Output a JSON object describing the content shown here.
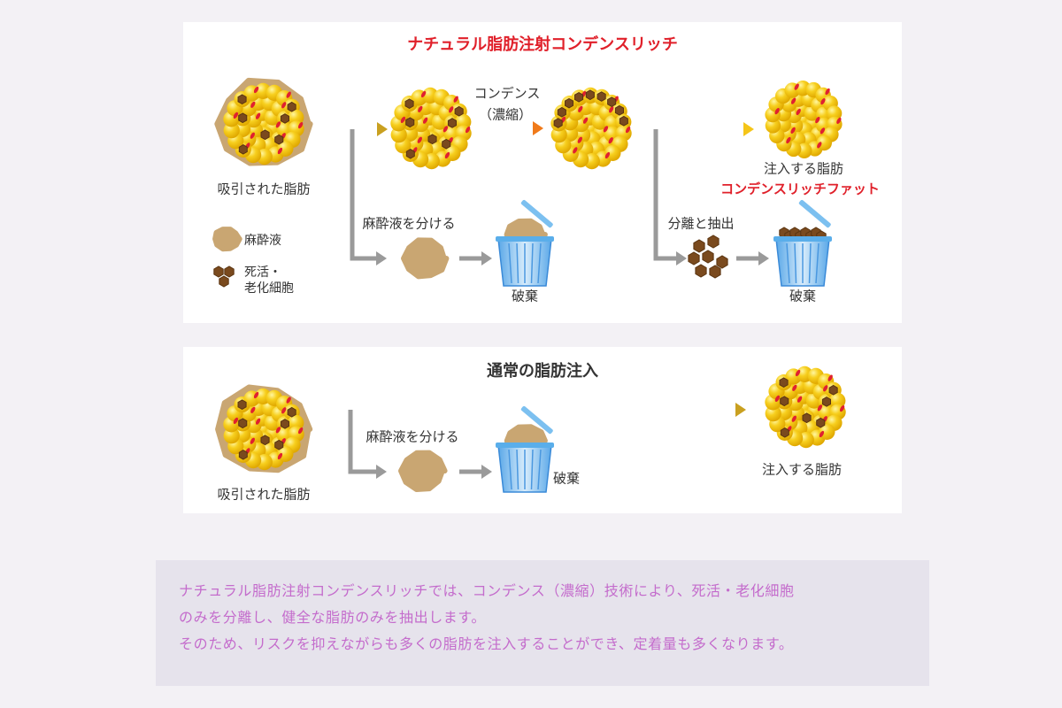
{
  "condense_diagram": {
    "title": "ナチュラル脂肪注射コンデンスリッチ",
    "aspirated_fat": "吸引された脂肪",
    "condense_label": "コンデンス",
    "condense_paren": "（濃縮）",
    "separate_anesthetic": "麻酔液を分ける",
    "discard_1": "破棄",
    "separate_extract": "分離と抽出",
    "discard_2": "破棄",
    "injected_fat": "注入する脂肪",
    "condense_rich_fat": "コンデンスリッチファット",
    "legend": {
      "anesthetic": "麻酔液",
      "dead_cells_1": "死活・",
      "dead_cells_2": "老化細胞"
    }
  },
  "normal_diagram": {
    "title": "通常の脂肪注入",
    "aspirated_fat": "吸引された脂肪",
    "separate_anesthetic": "麻酔液を分ける",
    "discard": "破棄",
    "injected_fat": "注入する脂肪"
  },
  "note": {
    "line1": "ナチュラル脂肪注射コンデンスリッチでは、コンデンス（濃縮）技術により、死活・老化細胞",
    "line2": "のみを分離し、健全な脂肪のみを抽出します。",
    "line3": "そのため、リスクを抑えながらも多くの脂肪を注入することができ、定着量も多くなります。"
  },
  "colors": {
    "title_red": "#e0202a",
    "note_text": "#c46ccc",
    "note_bg": "#e6e3ec",
    "fat_yellow": "#f5c518",
    "anesthetic_tan": "#c9a672",
    "dead_cell_brown": "#7a4a1e",
    "arrow_gray": "#9a9a9a",
    "arrow_gold": "#c9a020",
    "arrow_orange": "#f07a1a"
  }
}
